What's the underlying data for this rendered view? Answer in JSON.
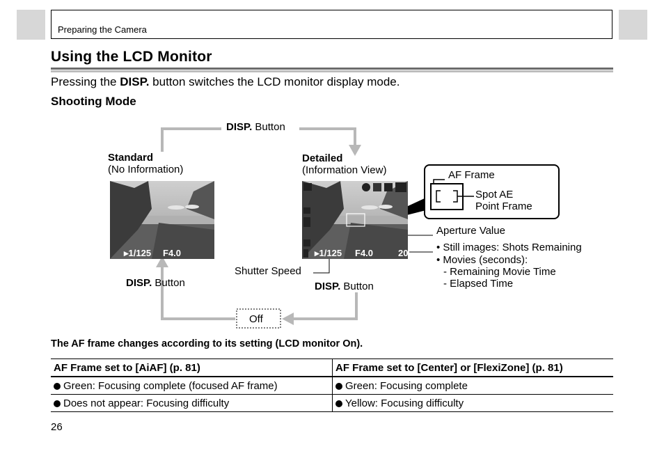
{
  "header": {
    "section": "Preparing the Camera"
  },
  "title": "Using the LCD Monitor",
  "intro": {
    "before": "Pressing the ",
    "bold": "DISP.",
    "after": " button switches the LCD monitor display mode."
  },
  "subtitle": "Shooting Mode",
  "diagram": {
    "disp_bold": "DISP.",
    "button_word": " Button",
    "standard": {
      "title": "Standard",
      "sub": "(No Information)"
    },
    "detailed": {
      "title": "Detailed",
      "sub": "(Information View)"
    },
    "off": "Off",
    "af_frame": "AF Frame",
    "spot_ae_1": "Spot AE",
    "spot_ae_2": "Point Frame",
    "aperture_value": "Aperture Value",
    "shutter_speed": "Shutter Speed",
    "still_images": "• Still images: Shots Remaining",
    "movies": "• Movies (seconds):",
    "remaining_movie": "- Remaining Movie Time",
    "elapsed": "- Elapsed Time",
    "screen_shutter": "1/125",
    "screen_aperture": "F4.0",
    "screen_shots": "20"
  },
  "af_note": "The AF frame changes according to its setting (LCD monitor On).",
  "table": {
    "headers": [
      "AF Frame set to [AiAF] (p. 81)",
      "AF Frame set to [Center] or [FlexiZone] (p. 81)"
    ],
    "rows": [
      [
        "Green: Focusing complete (focused AF frame)",
        "Green: Focusing complete"
      ],
      [
        "Does not appear: Focusing difficulty",
        "Yellow: Focusing difficulty"
      ]
    ]
  },
  "page_number": "26",
  "colors": {
    "flow_arrow": "#b8b8b8",
    "tab": "#d7d7d7"
  }
}
